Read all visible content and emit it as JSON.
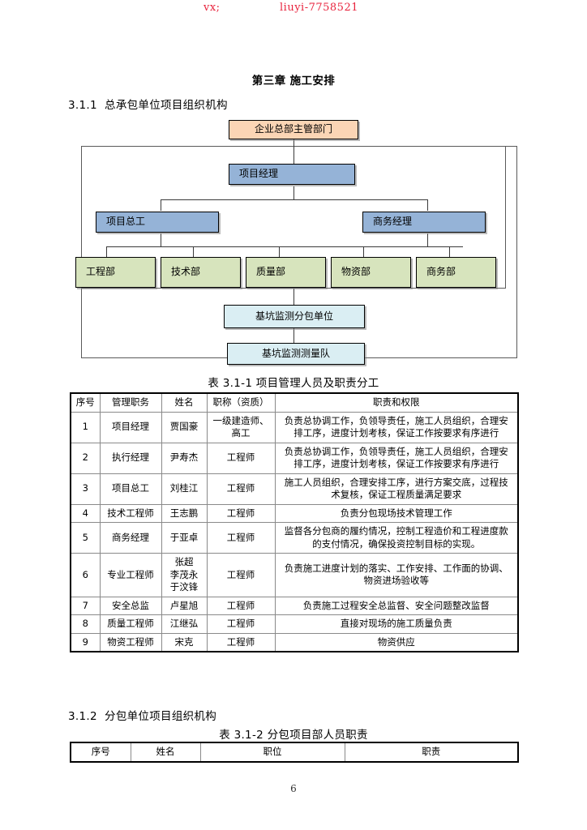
{
  "watermark": {
    "left_text": "vx;",
    "right_text": "liuyi-7758521",
    "color": "#e8223c"
  },
  "document": {
    "chapter_title": "第三章 施工安排",
    "page_number": "6"
  },
  "sections": {
    "s311": "3.1.1  总承包单位项目组织机构",
    "s312": "3.1.2  分包单位项目组织机构"
  },
  "org_chart": {
    "top_node": "企业总部主管部门",
    "manager_node": "项目经理",
    "second_level": [
      "项目总工",
      "商务经理"
    ],
    "departments": [
      "工程部",
      "技术部",
      "质量部",
      "物资部",
      "商务部"
    ],
    "subcontract_nodes": [
      "基坑监测分包单位",
      "基坑监测测量队"
    ],
    "colors": {
      "top": "#fbd5b5",
      "manager": "#95b3d7",
      "department": "#d7e4bd",
      "subcontract": "#daeef3",
      "border": "#000000"
    }
  },
  "table1": {
    "caption": "表 3.1-1 项目管理人员及职责分工",
    "headers": [
      "序号",
      "管理职务",
      "姓名",
      "职称（资质）",
      "职责和权限"
    ],
    "rows": [
      {
        "no": "1",
        "post": "项目经理",
        "name": "贾国豪",
        "title": "一级建造师、高工",
        "duty": "负责总协调工作，负领导责任，施工人员组织，合理安排工序，进度计划考核，保证工作按要求有序进行"
      },
      {
        "no": "2",
        "post": "执行经理",
        "name": "尹寿杰",
        "title": "工程师",
        "duty": "负责总协调工作，负领导责任，施工人员组织，合理安排工序，进度计划考核，保证工作按要求有序进行"
      },
      {
        "no": "3",
        "post": "项目总工",
        "name": "刘桂江",
        "title": "工程师",
        "duty": "施工人员组织，合理安排工序，进行方案交底，过程技术复核，保证工程质量满足要求"
      },
      {
        "no": "4",
        "post": "技术工程师",
        "name": "王志鹏",
        "title": "工程师",
        "duty": "负责分包现场技术管理工作"
      },
      {
        "no": "5",
        "post": "商务经理",
        "name": "于亚卓",
        "title": "工程师",
        "duty": "监督各分包商的履约情况，控制工程造价和工程进度款的支付情况，确保投资控制目标的实现。"
      },
      {
        "no": "6",
        "post": "专业工程师",
        "name": "张超\n李茂永\n于汶锋",
        "title": "工程师",
        "duty": "负责施工进度计划的落实、工作安排、工作面的协调、物资进场验收等"
      },
      {
        "no": "7",
        "post": "安全总监",
        "name": "卢星旭",
        "title": "工程师",
        "duty": "负责施工过程安全总监督、安全问题整改监督"
      },
      {
        "no": "8",
        "post": "质量工程师",
        "name": "江继弘",
        "title": "工程师",
        "duty": "直接对现场的施工质量负责"
      },
      {
        "no": "9",
        "post": "物资工程师",
        "name": "宋克",
        "title": "工程师",
        "duty": "物资供应"
      }
    ]
  },
  "table2": {
    "caption": "表 3.1-2  分包项目部人员职责",
    "headers": [
      "序号",
      "姓名",
      "职位",
      "职责"
    ],
    "rows": []
  }
}
